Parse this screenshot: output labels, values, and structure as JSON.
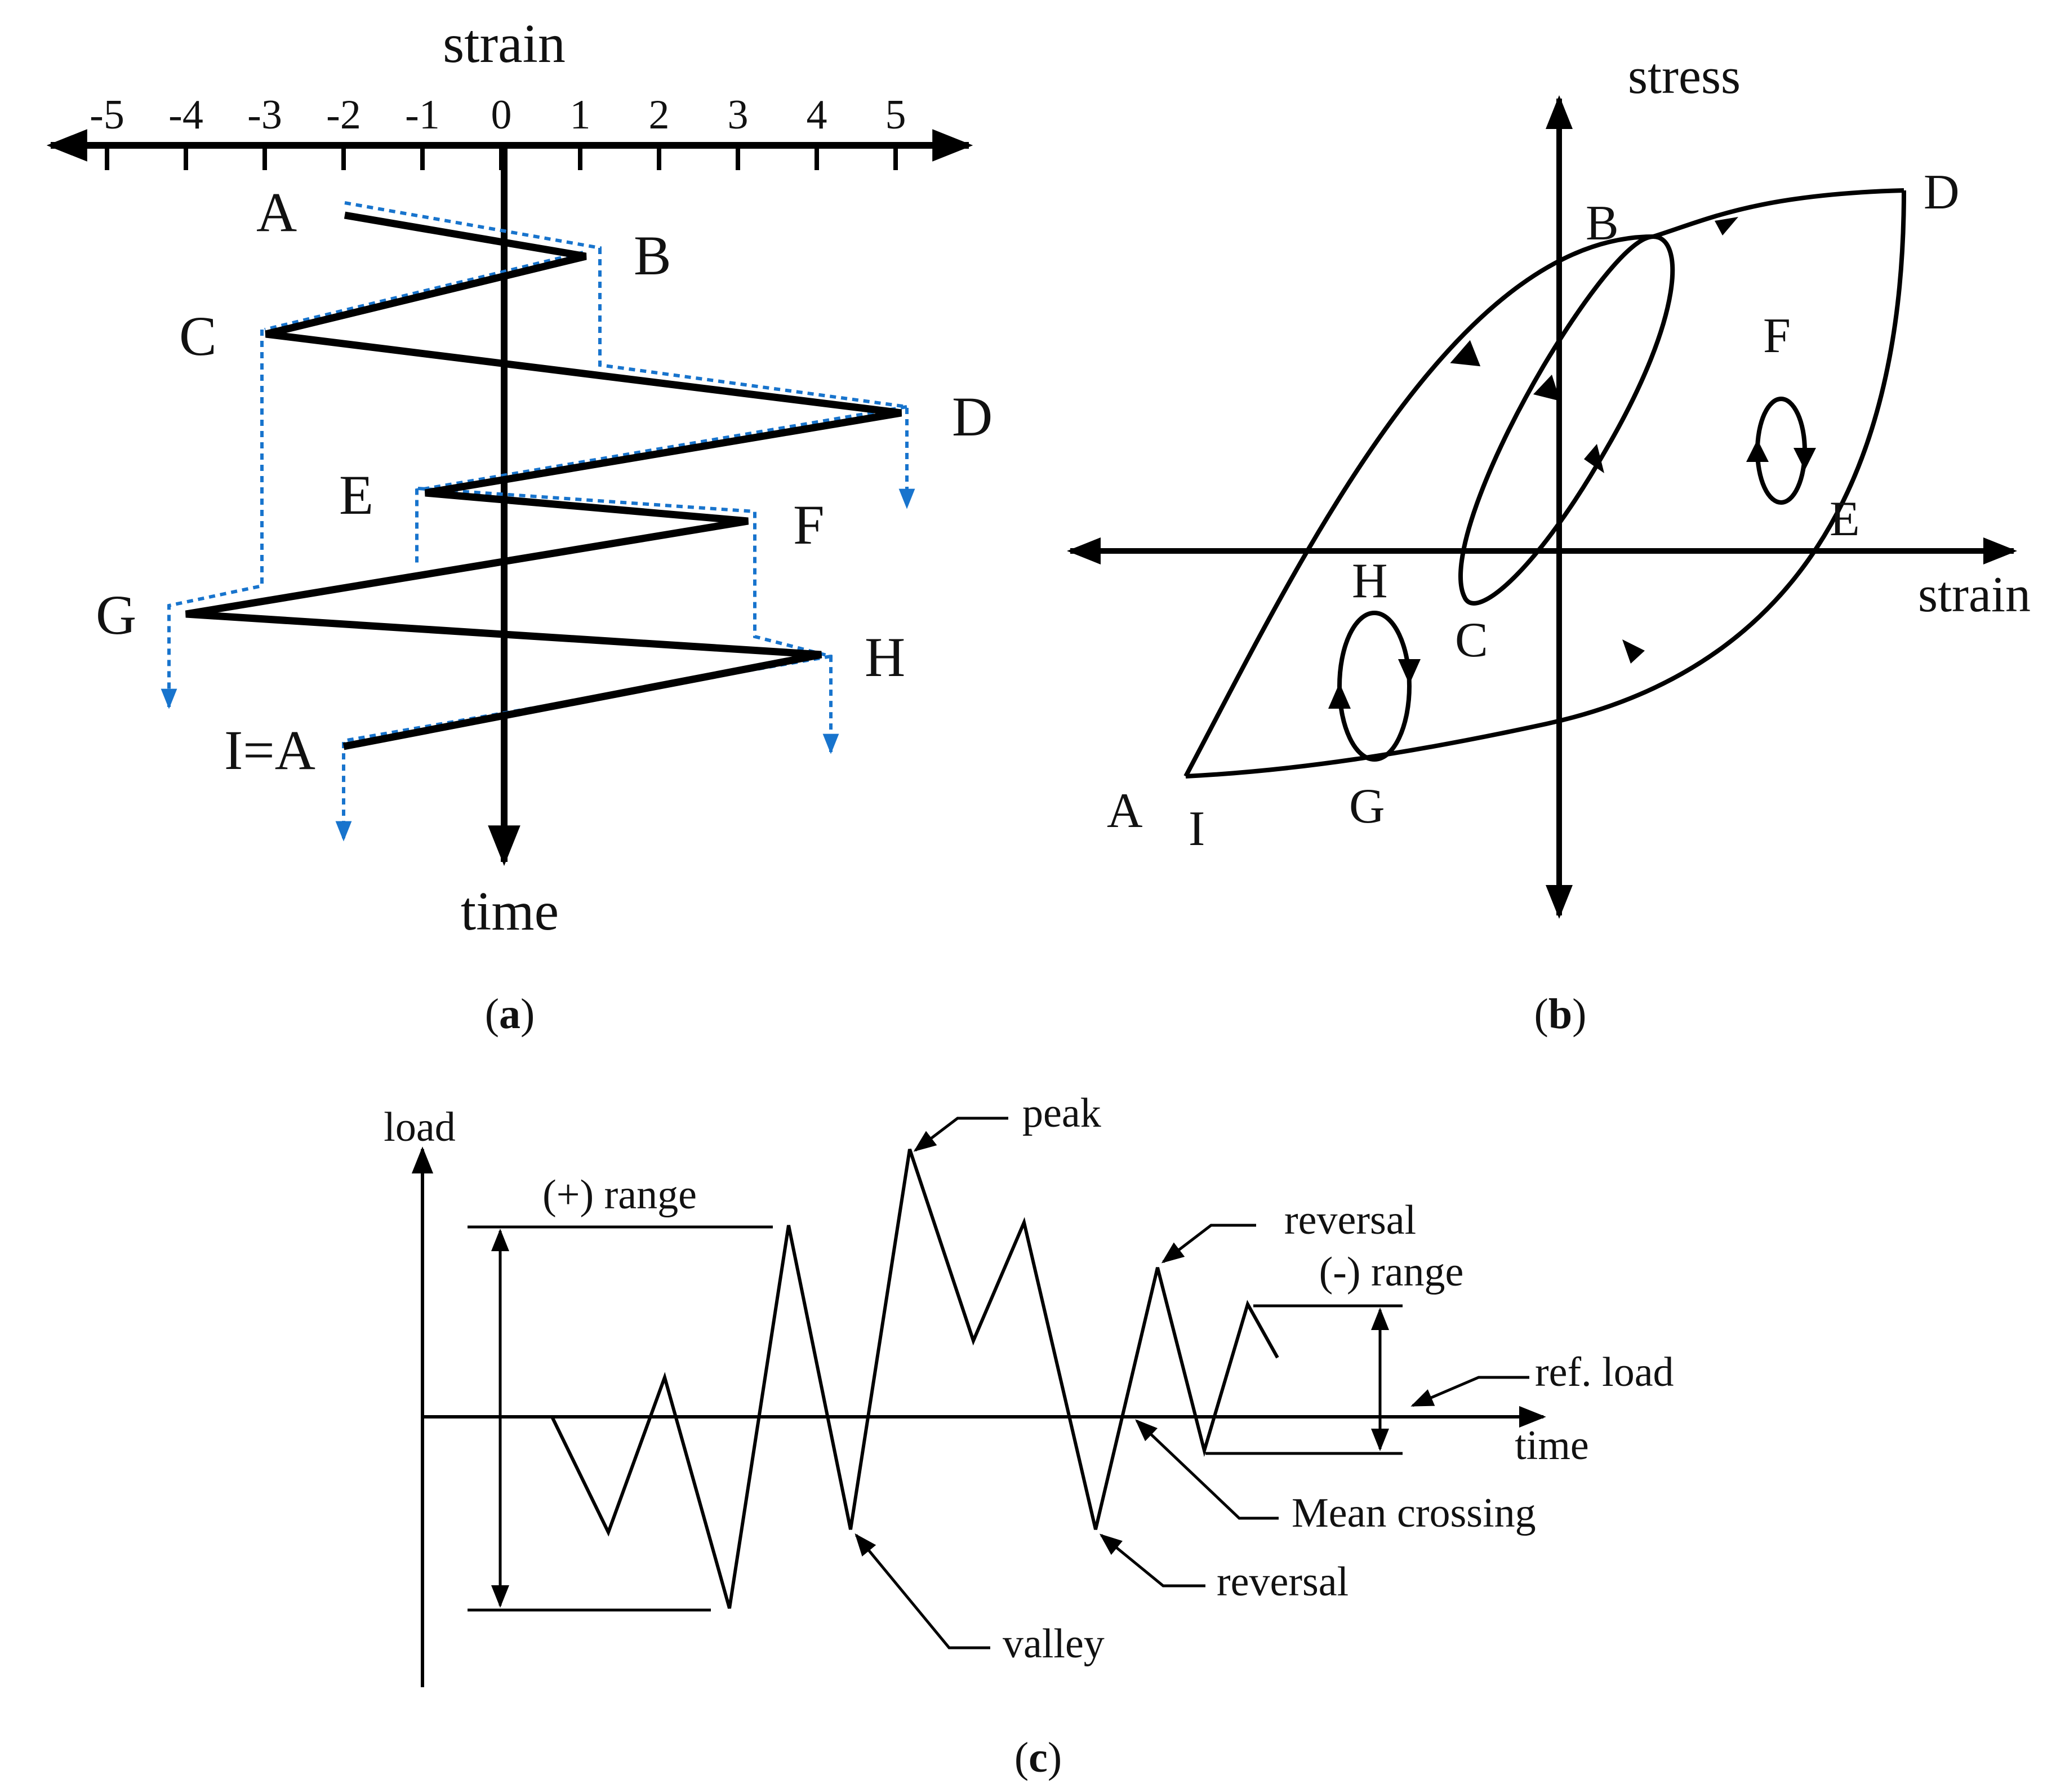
{
  "panel_a": {
    "x_axis_label": "strain",
    "y_axis_label": "time",
    "ticks": [
      "-5",
      "-4",
      "-3",
      "-2",
      "-1",
      "0",
      "1",
      "2",
      "3",
      "4",
      "5"
    ],
    "points": {
      "A": "A",
      "B": "B",
      "C": "C",
      "D": "D",
      "E": "E",
      "F": "F",
      "G": "G",
      "H": "H",
      "I": "I=A"
    },
    "caption_letter": "a",
    "colors": {
      "history": "#000000",
      "rainflow": "#1874cd"
    }
  },
  "panel_b": {
    "x_axis_label": "strain",
    "y_axis_label": "stress",
    "points": {
      "A": "A",
      "I": "I",
      "B": "B",
      "C": "C",
      "D": "D",
      "E": "E",
      "F": "F",
      "G": "G",
      "H": "H"
    },
    "caption_letter": "b"
  },
  "panel_c": {
    "y_axis_label": "load",
    "x_axis_label": "time",
    "annotations": {
      "peak": "peak",
      "plus_range": "(+) range",
      "reversal_top": "reversal",
      "minus_range": "(-) range",
      "ref_load": "ref. load",
      "mean_crossing": "Mean crossing",
      "reversal_bottom": "reversal",
      "valley": "valley"
    },
    "caption_letter": "c"
  }
}
